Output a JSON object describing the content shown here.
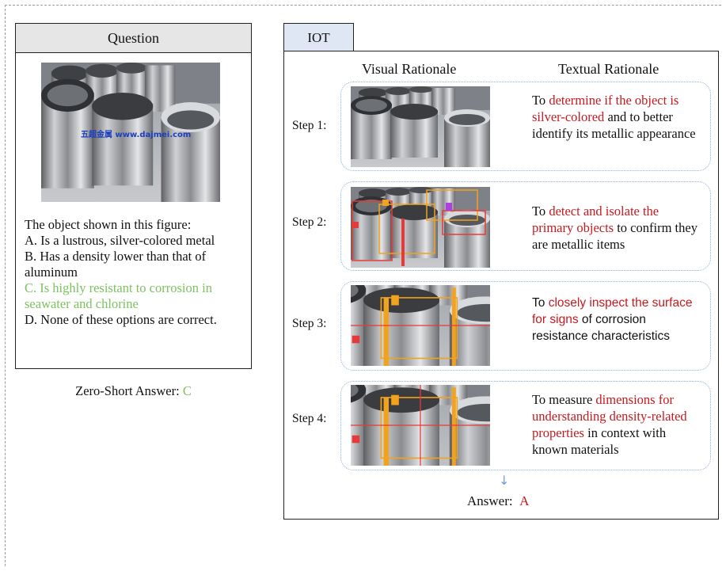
{
  "question": {
    "title": "Question",
    "watermark": "五超金属 www.dajmei.com",
    "prompt": "The object shown in this figure:",
    "options": [
      {
        "text": "A. Is a lustrous, silver-colored metal",
        "highlight": false
      },
      {
        "text": "B. Has a density lower than that of aluminum",
        "highlight": false
      },
      {
        "text": "C. Is highly resistant to corrosion in seawater and chlorine",
        "highlight": true
      },
      {
        "text": "D. None of these options are correct.",
        "highlight": false
      }
    ],
    "zero_shot_label": "Zero-Short Answer: ",
    "zero_shot_value": "C"
  },
  "iot": {
    "title": "IOT",
    "visual_header": "Visual Rationale",
    "textual_header": "Textual Rationale",
    "steps": [
      {
        "label": "Step 1:",
        "pre": "To ",
        "highlight": "determine if the object is silver-colored",
        "post": " and to better identify its metallic appearance"
      },
      {
        "label": "Step 2:",
        "pre": "To ",
        "highlight": "detect and isolate the primary objects",
        "post": " to confirm they are metallic items"
      },
      {
        "label": "Step 3:",
        "pre": "To ",
        "highlight": "closely inspect the surface for signs",
        "post": " of corrosion resistance characteristics"
      },
      {
        "label": "Step 4:",
        "pre": "To measure ",
        "highlight": "dimensions for understanding density-related properties",
        "post": " in context with known materials"
      }
    ],
    "answer_label": "Answer:",
    "answer_value": "A"
  },
  "colors": {
    "correct": "#7bc35f",
    "highlight": "#c8191e",
    "dotted_border": "#8fb0d8",
    "tab_bg": "#dfe7f4"
  }
}
